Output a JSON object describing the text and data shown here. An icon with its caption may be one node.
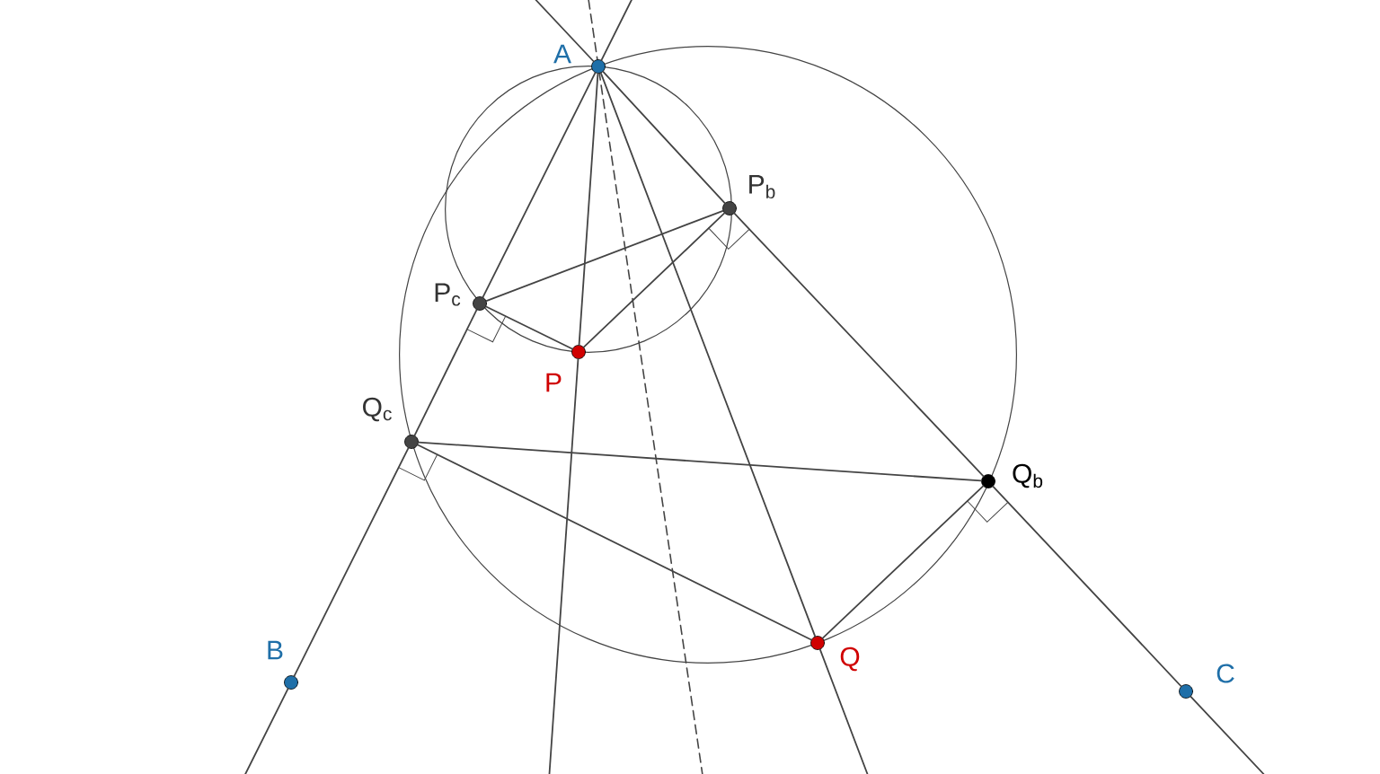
{
  "diagram": {
    "nodes": [
      {
        "text": [
          "A"
        ]
      },
      {
        "text": [
          "P$_{b}$"
        ]
      },
      {
        "text": [
          "P$_{c}$"
        ]
      },
      {
        "text": [
          "P"
        ]
      },
      {
        "text": [
          "Q$_{c}$"
        ]
      },
      {
        "text": [
          "Q$_{b}$"
        ]
      },
      {
        "text": [
          "Q"
        ]
      },
      {
        "text": [
          "B"
        ]
      },
      {
        "text": [
          "C"
        ]
      }
    ],
    "edges": [
      {
        "from": 0,
        "to": 2,
        "arrow": "none"
      },
      {
        "from": 2,
        "to": 4,
        "arrow": "none"
      },
      {
        "from": 4,
        "to": 7,
        "arrow": "none"
      },
      {
        "from": 0,
        "to": 1,
        "arrow": "none"
      },
      {
        "from": 1,
        "to": 5,
        "arrow": "none"
      },
      {
        "from": 5,
        "to": 8,
        "arrow": "none"
      },
      {
        "from": 0,
        "to": 3,
        "arrow": "none"
      },
      {
        "from": 0,
        "to": 6,
        "arrow": "none"
      },
      {
        "from": 2,
        "to": 1,
        "arrow": "none"
      },
      {
        "from": 2,
        "to": 3,
        "arrow": "none"
      },
      {
        "from": 3,
        "to": 1,
        "arrow": "none"
      },
      {
        "from": 4,
        "to": 5,
        "arrow": "none"
      },
      {
        "from": 4,
        "to": 6,
        "arrow": "none"
      },
      {
        "from": 5,
        "to": 6,
        "arrow": "none"
      }
    ]
  }
}
